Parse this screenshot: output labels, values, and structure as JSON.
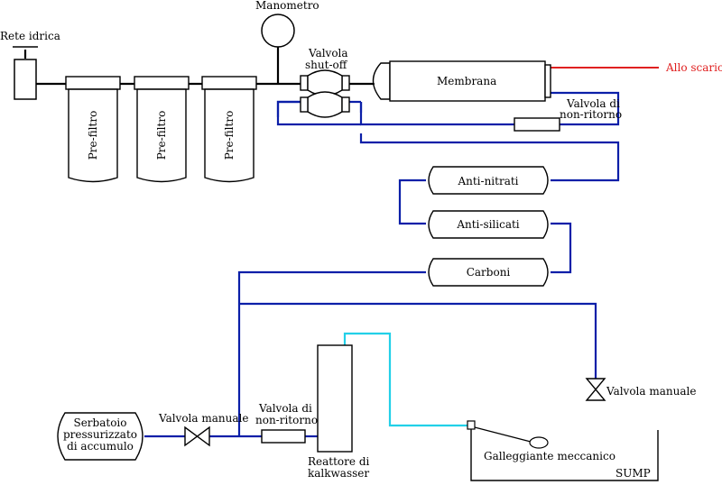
{
  "labels": {
    "rete_idrica": "Rete idrica",
    "manometro": "Manometro",
    "valvola_shutoff_1": "Valvola",
    "valvola_shutoff_2": "shut-off",
    "membrana": "Membrana",
    "allo_scarico": "Allo scarico",
    "prefiltro": "Pre-filtro",
    "valvola_nonritorno_top_1": "Valvola di",
    "valvola_nonritorno_top_2": "non-ritorno",
    "anti_nitrati": "Anti-nitrati",
    "anti_silicati": "Anti-silicati",
    "carboni": "Carboni",
    "valvola_manuale_right": "Valvola manuale",
    "serbatoio_1": "Serbatoio",
    "serbatoio_2": "pressurizzato",
    "serbatoio_3": "di accumulo",
    "valvola_manuale_bottom": "Valvola manuale",
    "valvola_nonritorno_bottom_1": "Valvola di",
    "valvola_nonritorno_bottom_2": "non-ritorno",
    "reattore_1": "Reattore di",
    "reattore_2": "kalkwasser",
    "galleggiante": "Galleggiante meccanico",
    "sump": "SUMP"
  },
  "colors": {
    "water_line": "#0b1fa8",
    "drain_line": "#e02020",
    "drain_text": "#e02020",
    "kalk_line": "#22d0e8",
    "outline": "#000000"
  }
}
